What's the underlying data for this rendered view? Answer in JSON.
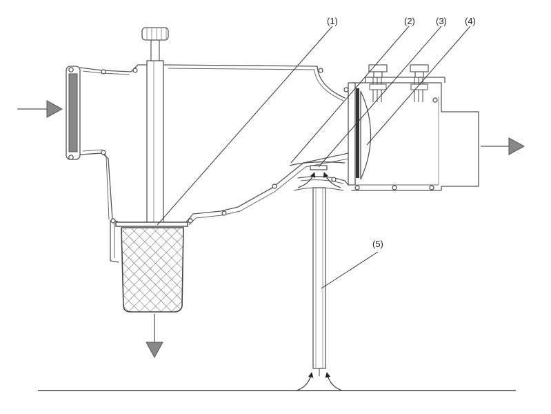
{
  "colors": {
    "line": "#555555",
    "arrow_fill": "#888888",
    "gasket": "#888888",
    "ground": "#444444"
  },
  "callouts": [
    {
      "id": "1",
      "label": "(1)"
    },
    {
      "id": "2",
      "label": "(2)"
    },
    {
      "id": "3",
      "label": "(3)"
    },
    {
      "id": "4",
      "label": "(4)"
    },
    {
      "id": "5",
      "label": "(5)"
    }
  ]
}
